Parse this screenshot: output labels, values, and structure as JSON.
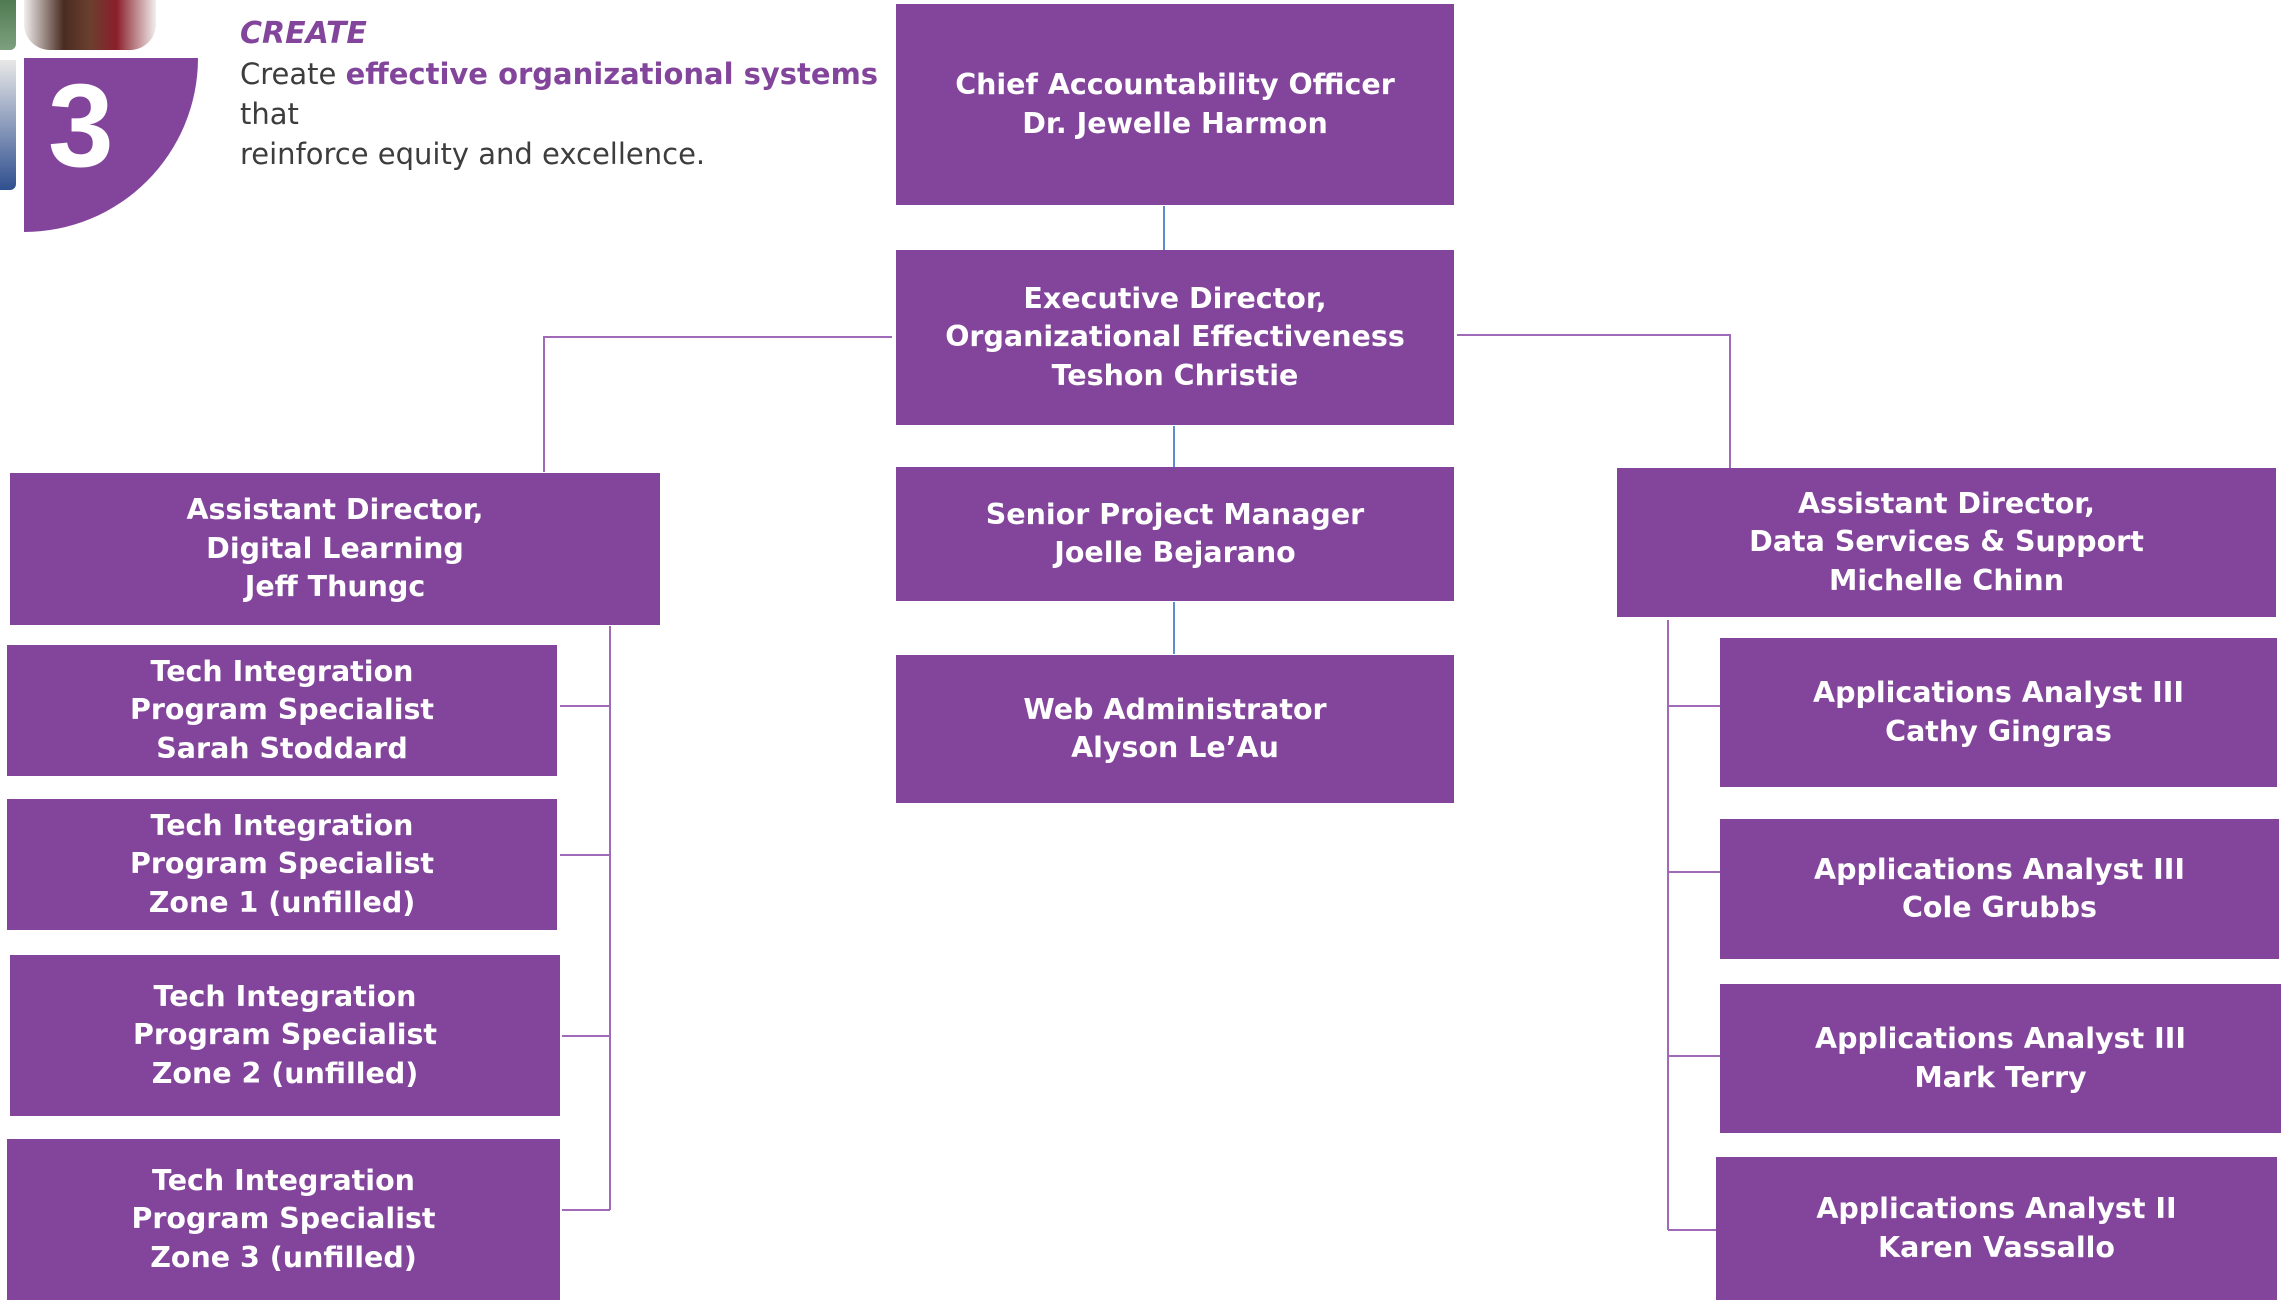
{
  "header": {
    "step_number": "3",
    "category": "CREATE",
    "description_prefix": "Create ",
    "description_highlight": "effective organizational systems",
    "description_middle": " that",
    "description_line2": "reinforce equity and excellence.",
    "accent_color": "#82459b"
  },
  "org_chart": {
    "box_color": "#82459b",
    "line_color_center": "#5b8bd0",
    "line_color_side": "#a06ab8",
    "chief": {
      "line1": "Chief Accountability Officer",
      "line2": "Dr. Jewelle Harmon"
    },
    "executive": {
      "line1": "Executive Director,",
      "line2": "Organizational Effectiveness",
      "line3": "Teshon Christie"
    },
    "senior_pm": {
      "line1": "Senior Project Manager",
      "line2": "Joelle Bejarano"
    },
    "web_admin": {
      "line1": "Web Administrator",
      "line2": "Alyson Le’Au"
    },
    "left_branch": {
      "head": {
        "line1": "Assistant Director,",
        "line2": "Digital Learning",
        "line3": "Jeff Thungc"
      },
      "reports": [
        {
          "line1": "Tech Integration",
          "line2": "Program Specialist",
          "line3": "Sarah Stoddard"
        },
        {
          "line1": "Tech Integration",
          "line2": "Program Specialist",
          "line3": "Zone 1 (unfilled)"
        },
        {
          "line1": "Tech Integration",
          "line2": "Program Specialist",
          "line3": "Zone 2 (unfilled)"
        },
        {
          "line1": "Tech Integration",
          "line2": "Program Specialist",
          "line3": "Zone 3 (unfilled)"
        }
      ]
    },
    "right_branch": {
      "head": {
        "line1": "Assistant Director,",
        "line2": "Data Services & Support",
        "line3": "Michelle Chinn"
      },
      "reports": [
        {
          "line1": "Applications Analyst III",
          "line2": "Cathy Gingras"
        },
        {
          "line1": "Applications Analyst III",
          "line2": "Cole Grubbs"
        },
        {
          "line1": "Applications Analyst III",
          "line2": "Mark Terry"
        },
        {
          "line1": "Applications Analyst II",
          "line2": "Karen Vassallo"
        }
      ]
    }
  }
}
